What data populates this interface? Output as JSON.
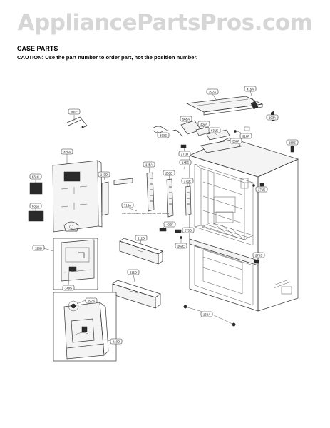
{
  "watermark": "AppliancePartsPros.com",
  "title": "CASE PARTS",
  "caution": "CAUTION: Use the part number to order part, not the position number.",
  "labels": {
    "l201e": "201E",
    "l297a": "297A",
    "l415a": "415A",
    "l565a": "565A",
    "l332a": "332A",
    "l103a": "103A",
    "l333e": "333E",
    "l631e": "631E",
    "l910f": "910F",
    "l500f": "500F",
    "l271d": "271D",
    "l180s": "180S",
    "l320a": "320A",
    "l143d": "143D",
    "l145a": "145A",
    "l205e": "205E",
    "l145e": "145E",
    "l271e": "271E",
    "l631c": "631C",
    "l631a": "631A",
    "l713a": "713A",
    "l405f": "405F",
    "l270s": "270S",
    "l273d": "273D",
    "l120d": "120D",
    "l262e": "262E",
    "l312d": "312D",
    "l140s": "140S",
    "l297a2": "297A",
    "l910d": "910D",
    "l160a": "160A"
  },
  "note": "Affix 713A Insulation Pipe Assembly Tube Sealant"
}
